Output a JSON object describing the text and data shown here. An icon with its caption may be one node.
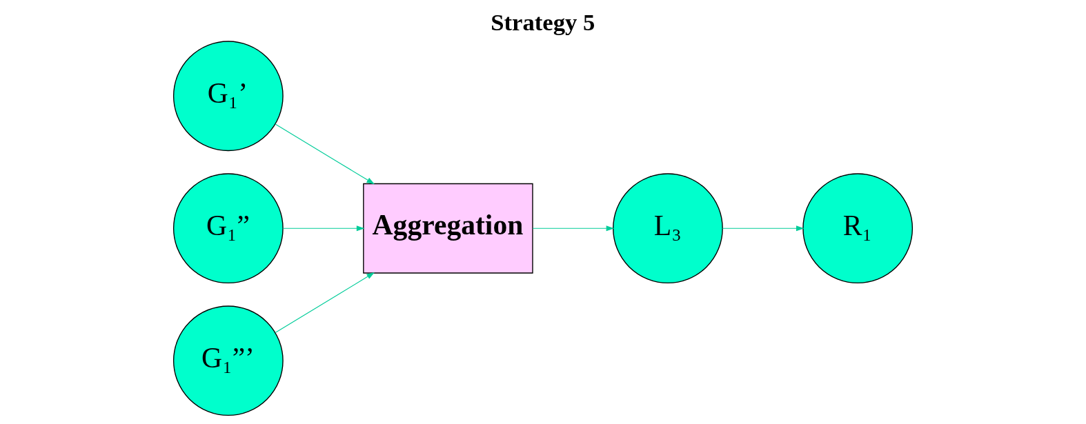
{
  "diagram": {
    "title": "Strategy 5",
    "nodes": [
      {
        "text": [
          "G₁’"
        ]
      },
      {
        "text": [
          "G₁”"
        ]
      },
      {
        "text": [
          "G₁”’"
        ]
      },
      {
        "text": [
          "Aggregation"
        ]
      },
      {
        "text": [
          "L₃"
        ]
      },
      {
        "text": [
          "R₁"
        ]
      }
    ],
    "edges": [
      {
        "from": 0,
        "to": 3,
        "arrow": "to"
      },
      {
        "from": 1,
        "to": 3,
        "arrow": "to"
      },
      {
        "from": 2,
        "to": 3,
        "arrow": "to"
      },
      {
        "from": 3,
        "to": 4,
        "arrow": "to"
      },
      {
        "from": 4,
        "to": 5,
        "arrow": "to"
      }
    ]
  }
}
